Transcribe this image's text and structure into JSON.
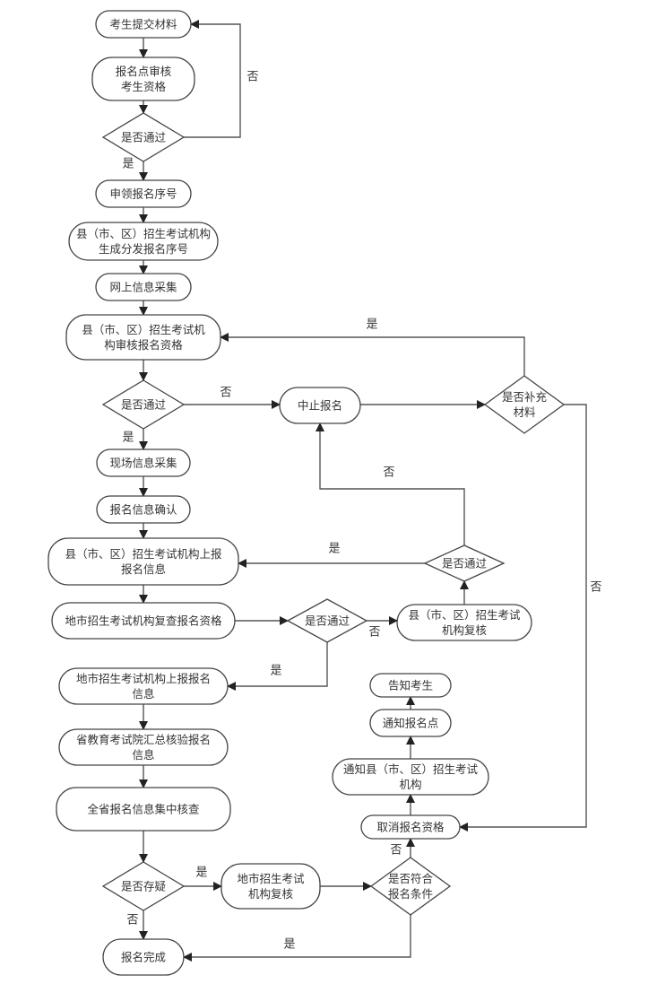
{
  "diagram": {
    "type": "flowchart",
    "nodes": {
      "submit": [
        "考生提交材料"
      ],
      "site_review": [
        "报名点审核",
        "考生资格"
      ],
      "pass1": [
        "是否通过"
      ],
      "apply_seq": [
        "申领报名序号"
      ],
      "county_gen": [
        "县（市、区）招生考试机构",
        "生成分发报名序号"
      ],
      "online_collect": [
        "网上信息采集"
      ],
      "county_review": [
        "县（市、区）招生考试机",
        "构审核报名资格"
      ],
      "pass2": [
        "是否通过"
      ],
      "suspend": [
        "中止报名"
      ],
      "supplement": [
        "是否补充",
        "材料"
      ],
      "onsite_collect": [
        "现场信息采集"
      ],
      "confirm": [
        "报名信息确认"
      ],
      "county_report": [
        "县（市、区）招生考试机构上报",
        "报名信息"
      ],
      "pass_recheck": [
        "是否通过"
      ],
      "city_review": [
        "地市招生考试机构复查报名资格"
      ],
      "pass3": [
        "是否通过"
      ],
      "county_recheck": [
        "县（市、区）招生考试",
        "机构复核"
      ],
      "city_report": [
        "地市招生考试机构上报报名",
        "信息"
      ],
      "province_verify": [
        "省教育考试院汇总核验报名",
        "信息"
      ],
      "province_check": [
        "全省报名信息集中核查"
      ],
      "doubt": [
        "是否存疑"
      ],
      "city_recheck": [
        "地市招生考试",
        "机构复核"
      ],
      "eligible": [
        "是否符合",
        "报名条件"
      ],
      "cancel": [
        "取消报名资格"
      ],
      "notify_county": [
        "通知县（市、区）招生考试",
        "机构"
      ],
      "notify_site": [
        "通知报名点"
      ],
      "notify_student": [
        "告知考生"
      ],
      "done": [
        "报名完成"
      ]
    },
    "edges": [
      {
        "from": "submit",
        "to": "site_review",
        "label": ""
      },
      {
        "from": "site_review",
        "to": "pass1",
        "label": ""
      },
      {
        "from": "pass1",
        "to": "submit",
        "label": "否"
      },
      {
        "from": "pass1",
        "to": "apply_seq",
        "label": "是"
      },
      {
        "from": "apply_seq",
        "to": "county_gen",
        "label": ""
      },
      {
        "from": "county_gen",
        "to": "online_collect",
        "label": ""
      },
      {
        "from": "online_collect",
        "to": "county_review",
        "label": ""
      },
      {
        "from": "county_review",
        "to": "pass2",
        "label": ""
      },
      {
        "from": "pass2",
        "to": "suspend",
        "label": "否"
      },
      {
        "from": "pass2",
        "to": "onsite_collect",
        "label": "是"
      },
      {
        "from": "suspend",
        "to": "supplement",
        "label": ""
      },
      {
        "from": "supplement",
        "to": "county_review",
        "label": "是"
      },
      {
        "from": "supplement",
        "to": "cancel",
        "label": "否"
      },
      {
        "from": "onsite_collect",
        "to": "confirm",
        "label": ""
      },
      {
        "from": "confirm",
        "to": "county_report",
        "label": ""
      },
      {
        "from": "county_report",
        "to": "city_review",
        "label": ""
      },
      {
        "from": "city_review",
        "to": "pass3",
        "label": ""
      },
      {
        "from": "pass3",
        "to": "county_recheck",
        "label": "否"
      },
      {
        "from": "pass3",
        "to": "city_report",
        "label": "是"
      },
      {
        "from": "county_recheck",
        "to": "pass_recheck",
        "label": ""
      },
      {
        "from": "pass_recheck",
        "to": "county_report",
        "label": "是"
      },
      {
        "from": "pass_recheck",
        "to": "suspend",
        "label": "否"
      },
      {
        "from": "city_report",
        "to": "province_verify",
        "label": ""
      },
      {
        "from": "province_verify",
        "to": "province_check",
        "label": ""
      },
      {
        "from": "province_check",
        "to": "doubt",
        "label": ""
      },
      {
        "from": "doubt",
        "to": "city_recheck",
        "label": "是"
      },
      {
        "from": "doubt",
        "to": "done",
        "label": "否"
      },
      {
        "from": "city_recheck",
        "to": "eligible",
        "label": ""
      },
      {
        "from": "eligible",
        "to": "cancel",
        "label": "否"
      },
      {
        "from": "eligible",
        "to": "done",
        "label": "是"
      },
      {
        "from": "cancel",
        "to": "notify_county",
        "label": ""
      },
      {
        "from": "notify_county",
        "to": "notify_site",
        "label": ""
      },
      {
        "from": "notify_site",
        "to": "notify_student",
        "label": ""
      }
    ]
  }
}
